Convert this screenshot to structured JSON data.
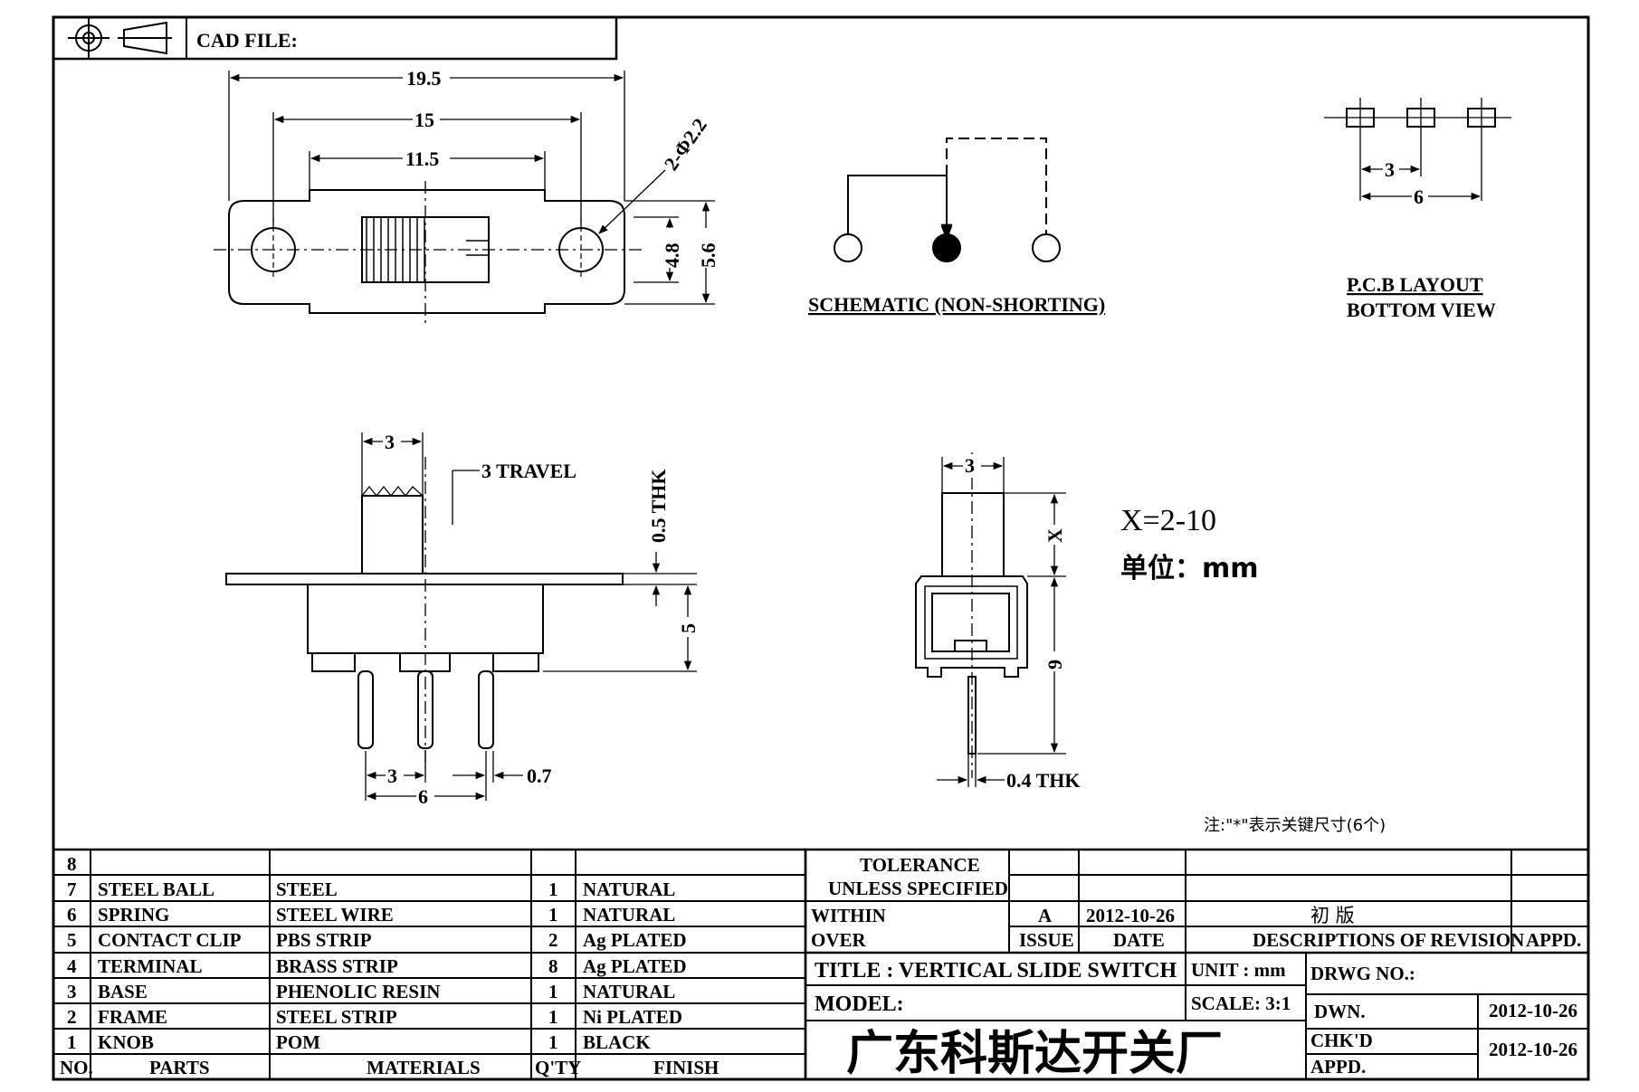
{
  "header": {
    "cad_file_label": "CAD FILE:",
    "projection_icon": "third-angle-projection-icon"
  },
  "top_view": {
    "dim_overall": "19.5",
    "dim_holes": "15",
    "dim_body": "11.5",
    "dim_hole_dia": "2-Φ2.2",
    "dim_height_inner": "4.8",
    "dim_height_outer": "5.6"
  },
  "schematic": {
    "label": "SCHEMATIC (NON-SHORTING)"
  },
  "pcb_layout": {
    "dim_pitch": "3",
    "dim_span": "6",
    "label_line1": "P.C.B LAYOUT",
    "label_line2": "BOTTOM VIEW"
  },
  "front_view": {
    "dim_knob": "3",
    "dim_travel": "3 TRAVEL",
    "dim_thk": "0.5 THK",
    "dim_body_h": "5",
    "dim_pin_pitch": "3",
    "dim_pin_span": "6",
    "dim_pin_w": "0.7"
  },
  "side_view": {
    "dim_knob": "3",
    "dim_x": "X",
    "dim_h": "9",
    "dim_pin_thk": "0.4 THK",
    "x_range": "X=2-10",
    "unit_note": "单位：mm"
  },
  "note": "注:\"*\"表示关键尺寸(6个)",
  "bom": {
    "headers": {
      "no": "NO.",
      "parts": "PARTS",
      "materials": "MATERIALS",
      "qty": "Q'TY",
      "finish": "FINISH"
    },
    "rows": [
      {
        "no": "8",
        "parts": "",
        "materials": "",
        "qty": "",
        "finish": ""
      },
      {
        "no": "7",
        "parts": "STEEL BALL",
        "materials": "STEEL",
        "qty": "1",
        "finish": "NATURAL"
      },
      {
        "no": "6",
        "parts": "SPRING",
        "materials": "STEEL WIRE",
        "qty": "1",
        "finish": "NATURAL"
      },
      {
        "no": "5",
        "parts": "CONTACT CLIP",
        "materials": "PBS STRIP",
        "qty": "2",
        "finish": "Ag PLATED"
      },
      {
        "no": "4",
        "parts": "TERMINAL",
        "materials": "BRASS STRIP",
        "qty": "8",
        "finish": "Ag PLATED"
      },
      {
        "no": "3",
        "parts": "BASE",
        "materials": "PHENOLIC RESIN",
        "qty": "1",
        "finish": "NATURAL"
      },
      {
        "no": "2",
        "parts": "FRAME",
        "materials": "STEEL STRIP",
        "qty": "1",
        "finish": "Ni PLATED"
      },
      {
        "no": "1",
        "parts": "KNOB",
        "materials": "POM",
        "qty": "1",
        "finish": "BLACK"
      }
    ]
  },
  "title_block": {
    "tolerance": "TOLERANCE",
    "unless_specified": "UNLESS   SPECIFIED",
    "within": "WITHIN",
    "over": "OVER",
    "issue_value": "A",
    "date_value": "2012-10-26",
    "revision_value": "初  版",
    "issue_label": "ISSUE",
    "date_label": "DATE",
    "descriptions_label": "DESCRIPTIONS  OF  REVISION",
    "appd_label": "APPD.",
    "title": "TITLE :   VERTICAL  SLIDE  SWITCH",
    "unit": "UNIT :   mm",
    "drwg_no": "DRWG  NO.:",
    "model": "MODEL:",
    "scale": "SCALE:  3:1",
    "company": "广东科斯达开关厂",
    "dwn_label": "DWN.",
    "dwn_date": "2012-10-26",
    "chkd_label": "CHK'D",
    "chkd_date": "2012-10-26",
    "appd2_label": "APPD."
  }
}
